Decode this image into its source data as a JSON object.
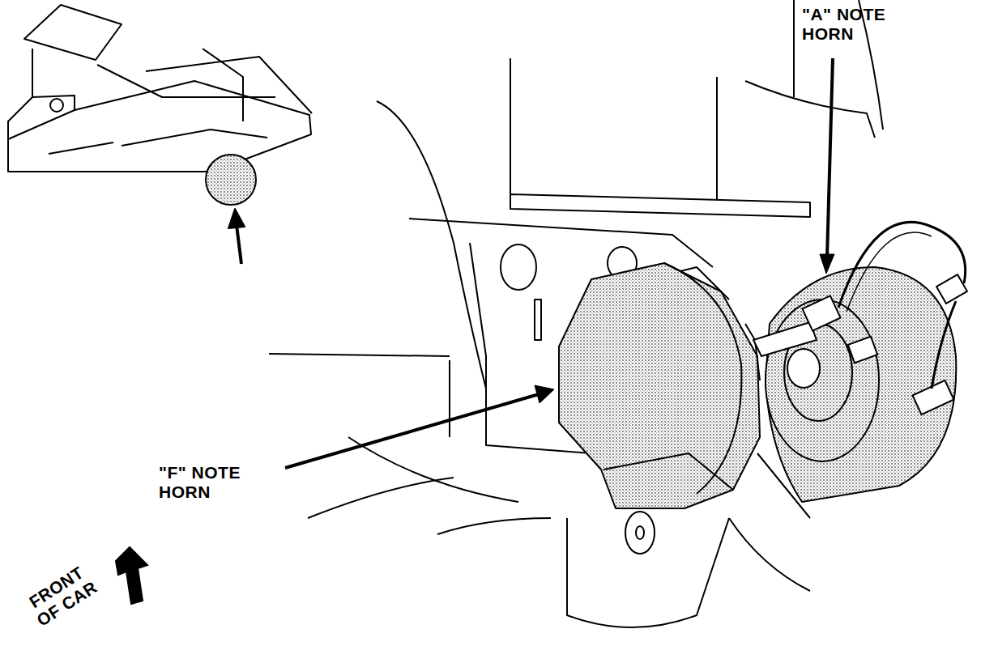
{
  "diagram": {
    "labels": [
      "\"A\" NOTE HORN",
      "\"F\" NOTE HORN",
      "FRONT OF CAR"
    ]
  }
}
